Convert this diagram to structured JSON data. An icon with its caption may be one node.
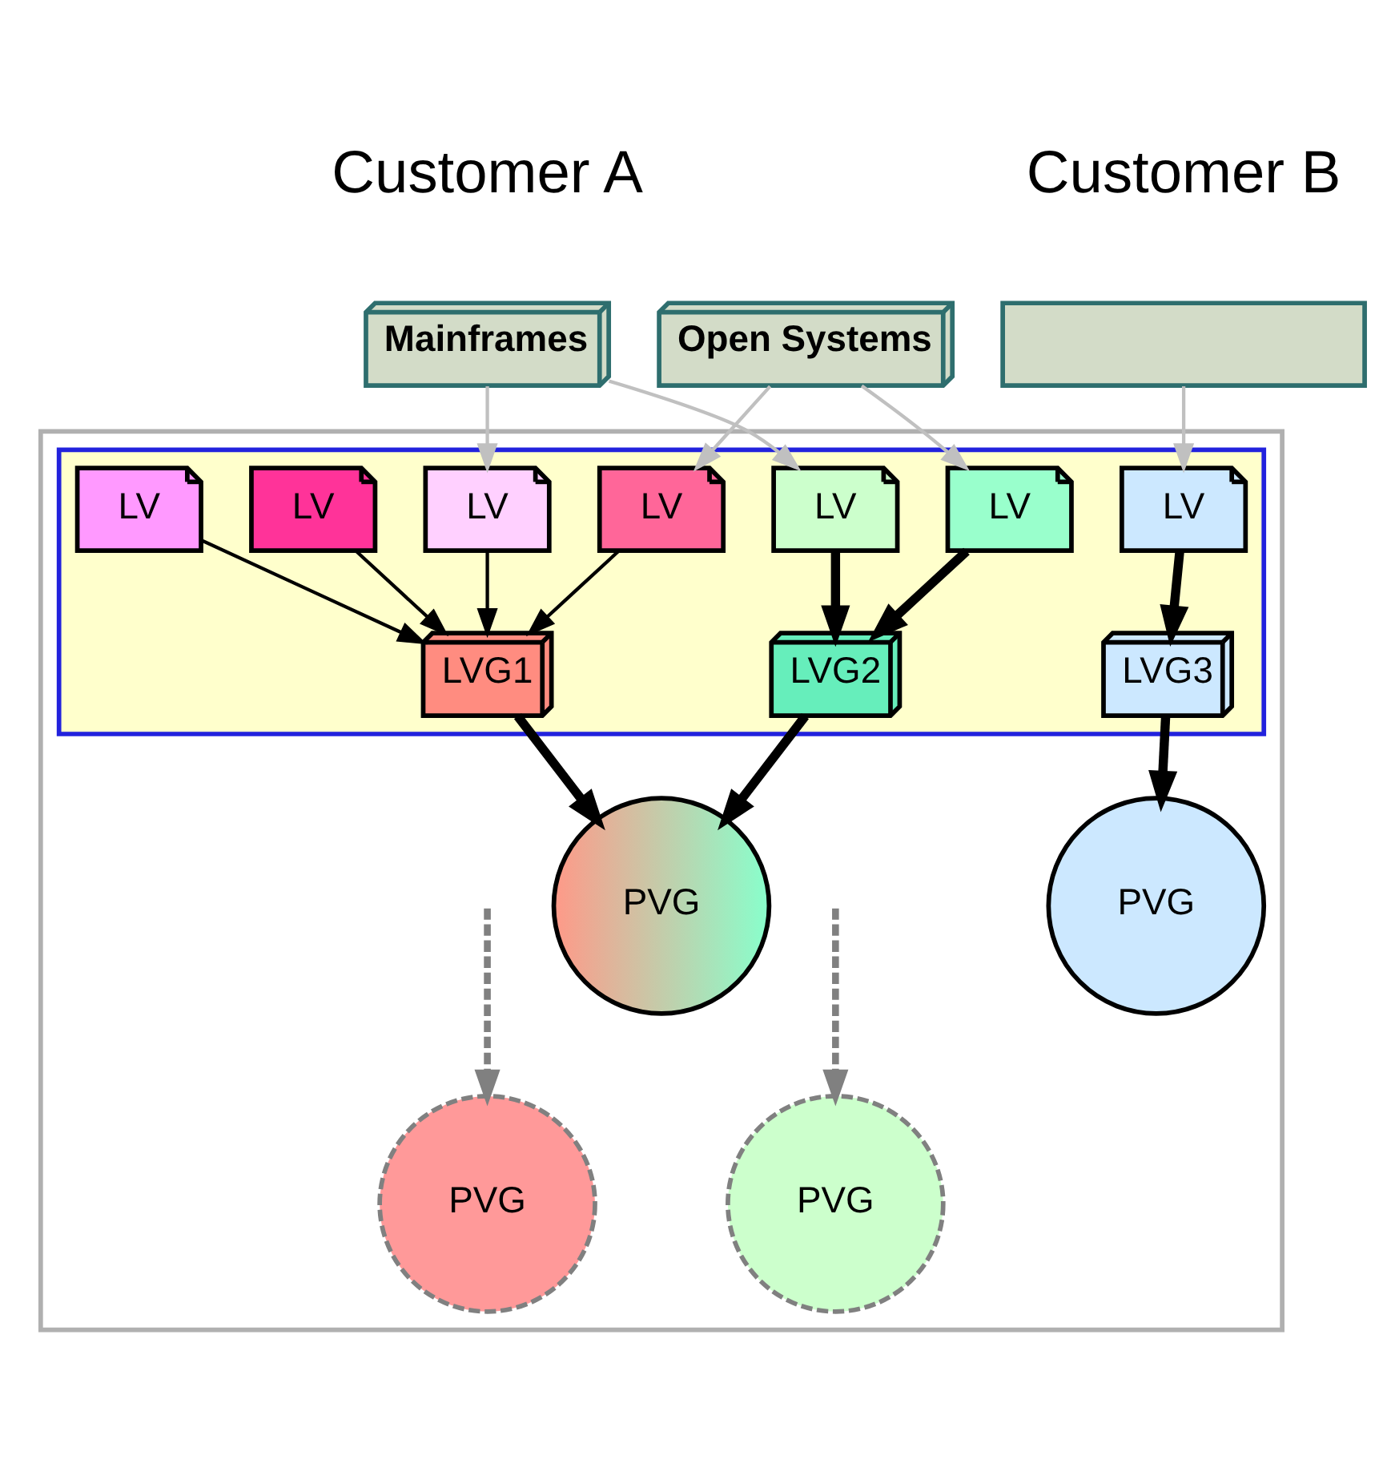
{
  "diagram": {
    "nodes": [
      {
        "text": [
          "Mainframes"
        ]
      },
      {
        "text": [
          "Open Systems"
        ]
      },
      {
        "text": [],
        "shape": "box"
      },
      {
        "text": [],
        "shape": "box"
      },
      {
        "text": [],
        "shape": "box",
        "in": 3
      },
      {
        "text": [
          "LV"
        ],
        "in": 4
      },
      {
        "text": [
          "LV"
        ],
        "in": 4
      },
      {
        "text": [
          "LV"
        ],
        "in": 4
      },
      {
        "text": [
          "LV"
        ],
        "in": 4
      },
      {
        "text": [
          "LV"
        ],
        "in": 4
      },
      {
        "text": [
          "LV"
        ],
        "in": 4
      },
      {
        "text": [
          "LV"
        ],
        "in": 4
      },
      {
        "text": [
          "LVG1"
        ],
        "in": 4
      },
      {
        "text": [
          "LVG2"
        ],
        "in": 4
      },
      {
        "text": [
          "LVG3"
        ],
        "in": 4
      },
      {
        "text": [
          "PVG"
        ],
        "in": 3
      },
      {
        "text": [
          "PVG"
        ],
        "in": 3
      },
      {
        "text": [
          "PVG"
        ],
        "in": 3
      },
      {
        "text": [
          "PVG"
        ],
        "in": 3
      }
    ],
    "edges": [
      {
        "from": 0,
        "to": 5,
        "arrow": "to",
        "color": "#c0c0c0"
      },
      {
        "from": 0,
        "to": 9,
        "arrow": "to",
        "color": "#c0c0c0"
      },
      {
        "from": 1,
        "to": 7,
        "arrow": "to",
        "color": "#c0c0c0"
      },
      {
        "from": 1,
        "to": 10,
        "arrow": "to",
        "color": "#c0c0c0"
      },
      {
        "from": 2,
        "to": 11,
        "arrow": "to",
        "color": "#c0c0c0"
      },
      {
        "from": 5,
        "to": 12,
        "arrow": "to"
      },
      {
        "from": 6,
        "to": 12,
        "arrow": "to"
      },
      {
        "from": 7,
        "to": 12,
        "arrow": "to"
      },
      {
        "from": 8,
        "to": 12,
        "arrow": "to"
      },
      {
        "from": 9,
        "to": 13,
        "arrow": "to",
        "style": "thick"
      },
      {
        "from": 10,
        "to": 13,
        "arrow": "to",
        "style": "thick"
      },
      {
        "from": 11,
        "to": 14,
        "arrow": "to",
        "style": "thick"
      },
      {
        "from": 12,
        "to": 15,
        "arrow": "to",
        "style": "thick"
      },
      {
        "from": 13,
        "to": 15,
        "arrow": "to",
        "style": "thick"
      },
      {
        "from": 14,
        "to": 16,
        "arrow": "to",
        "style": "thick"
      },
      {
        "from": null,
        "to": 17,
        "arrow": "to",
        "style": "dashed",
        "color": "#808080"
      },
      {
        "from": null,
        "to": 18,
        "arrow": "to",
        "style": "dashed",
        "color": "#808080"
      }
    ],
    "labels": [
      "Customer A",
      "Customer B"
    ]
  }
}
